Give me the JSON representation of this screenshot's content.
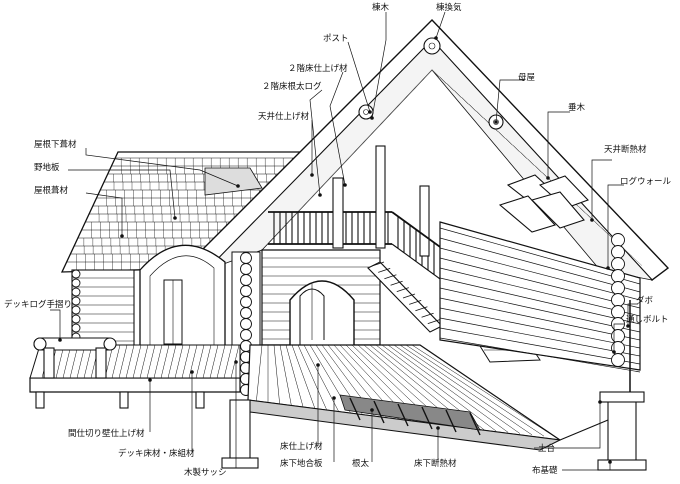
{
  "labels": {
    "munagi": "棟木",
    "munakanki": "棟換気",
    "post": "ポスト",
    "floor2_finish": "２階床仕上げ材",
    "floor2_log": "２階床根太ログ",
    "ceiling_finish": "天井仕上げ材",
    "roof_under": "屋根下葺材",
    "nojiita": "野地板",
    "roof_finish": "屋根葺材",
    "moya": "母屋",
    "taruki": "垂木",
    "ceiling_insulation": "天井断熱材",
    "log_wall": "ログウォール",
    "deck_handrail": "デッキログ手摺り",
    "dabo": "ダボ",
    "through_bolt": "通しボルト",
    "partition_finish": "間仕切り壁仕上げ材",
    "deck_floor": "デッキ床材・床組材",
    "wood_sash": "木製サッシ",
    "floor_finish": "床仕上げ材",
    "floor_sub": "床下地合板",
    "neda": "根太",
    "floor_insulation": "床下断熱材",
    "dodai": "土台",
    "foundation": "布基礎"
  }
}
